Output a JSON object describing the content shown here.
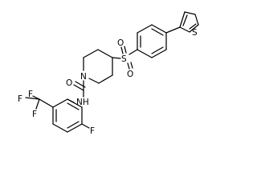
{
  "molecule": {
    "atoms": {
      "S1": "S",
      "S2": "S",
      "O1": "O",
      "O2": "O",
      "N_ring": "N",
      "O3": "O",
      "NH": "NH",
      "F_ring": "F",
      "F1": "F",
      "F2": "F",
      "F3": "F"
    }
  }
}
